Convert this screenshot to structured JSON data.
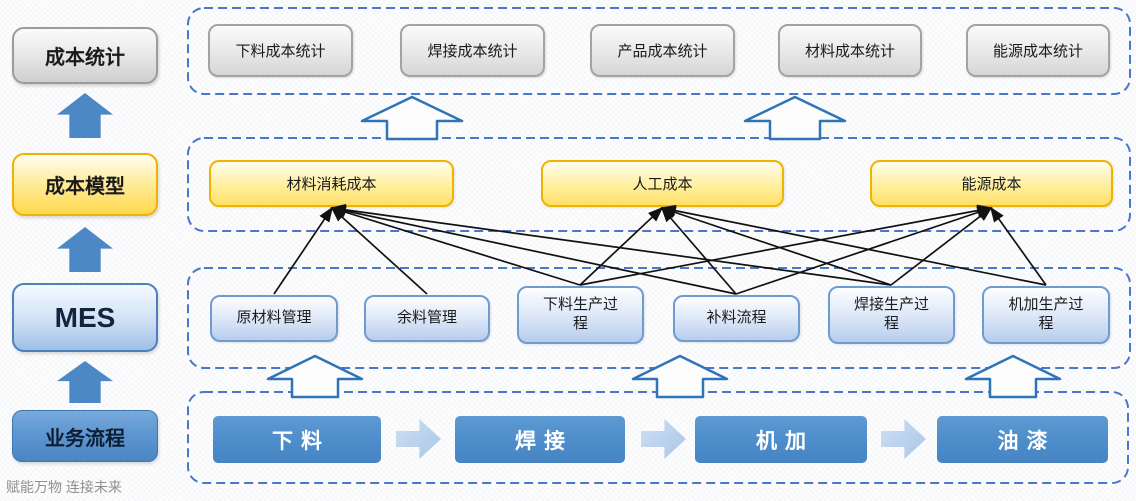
{
  "watermark": "赋能万物  连接未来",
  "left_flow": {
    "items": [
      {
        "id": "cost-stats",
        "label": "成本统计"
      },
      {
        "id": "cost-model",
        "label": "成本模型"
      },
      {
        "id": "mes",
        "label": "MES"
      },
      {
        "id": "business-process",
        "label": "业务流程"
      }
    ]
  },
  "stats_panel": {
    "boxes": [
      {
        "label": "下料成本统计"
      },
      {
        "label": "焊接成本统计"
      },
      {
        "label": "产品成本统计"
      },
      {
        "label": "材料成本统计"
      },
      {
        "label": "能源成本统计"
      }
    ]
  },
  "cost_model_panel": {
    "boxes": [
      {
        "id": "material-cost",
        "label": "材料消耗成本"
      },
      {
        "id": "labor-cost",
        "label": "人工成本"
      },
      {
        "id": "energy-cost",
        "label": "能源成本"
      }
    ]
  },
  "mes_panel": {
    "boxes": [
      {
        "id": "raw-material-mgmt",
        "label": "原材料管理"
      },
      {
        "id": "surplus-material-mgmt",
        "label": "余料管理"
      },
      {
        "id": "cutting-production-process",
        "label": "下料生产过程"
      },
      {
        "id": "replenish-flow",
        "label": "补料流程"
      },
      {
        "id": "welding-production-process",
        "label": "焊接生产过程"
      },
      {
        "id": "machining-production-process",
        "label": "机加生产过程"
      }
    ]
  },
  "business_panel": {
    "steps": [
      {
        "label": "下料"
      },
      {
        "label": "焊接"
      },
      {
        "label": "机加"
      },
      {
        "label": "油漆"
      }
    ]
  },
  "connections": [
    {
      "from": "raw-material-mgmt",
      "to": "material-cost"
    },
    {
      "from": "surplus-material-mgmt",
      "to": "material-cost"
    },
    {
      "from": "cutting-production-process",
      "to": "material-cost"
    },
    {
      "from": "cutting-production-process",
      "to": "labor-cost"
    },
    {
      "from": "cutting-production-process",
      "to": "energy-cost"
    },
    {
      "from": "replenish-flow",
      "to": "material-cost"
    },
    {
      "from": "replenish-flow",
      "to": "labor-cost"
    },
    {
      "from": "replenish-flow",
      "to": "energy-cost"
    },
    {
      "from": "welding-production-process",
      "to": "material-cost"
    },
    {
      "from": "welding-production-process",
      "to": "labor-cost"
    },
    {
      "from": "welding-production-process",
      "to": "energy-cost"
    },
    {
      "from": "machining-production-process",
      "to": "labor-cost"
    },
    {
      "from": "machining-production-process",
      "to": "energy-cost"
    }
  ],
  "colors": {
    "accent_blue": "#4c87c6",
    "dashed_border": "#4977c9",
    "hollow_arrow_stroke": "#2e74b6",
    "yellow_border": "#f0b400",
    "step_blue": "#4e8ecb",
    "connector": "#111111"
  }
}
